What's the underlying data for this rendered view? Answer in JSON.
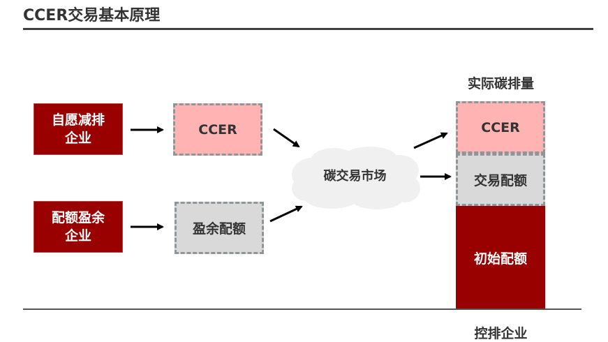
{
  "title": "CCER交易基本原理",
  "left_boxes": {
    "voluntary": {
      "line1": "自愿减排",
      "line2": "企业"
    },
    "surplus": {
      "line1": "配额盈余",
      "line2": "企业"
    }
  },
  "middle_boxes": {
    "ccer": "CCER",
    "surplus_quota": "盈余配额"
  },
  "market": "碳交易市场",
  "right_stack": {
    "header": "实际碳排量",
    "segments": [
      {
        "label": "CCER",
        "color": "#ffb3b3"
      },
      {
        "label": "交易配额",
        "color": "#d9d9d9"
      },
      {
        "label": "初始配额",
        "color": "#990000"
      }
    ],
    "footer": "控排企业"
  },
  "colors": {
    "dark_red": "#990000",
    "pink": "#ffb3b3",
    "grey": "#d9d9d9",
    "dash": "#8e9699",
    "cloud": "#f0f0f0"
  }
}
